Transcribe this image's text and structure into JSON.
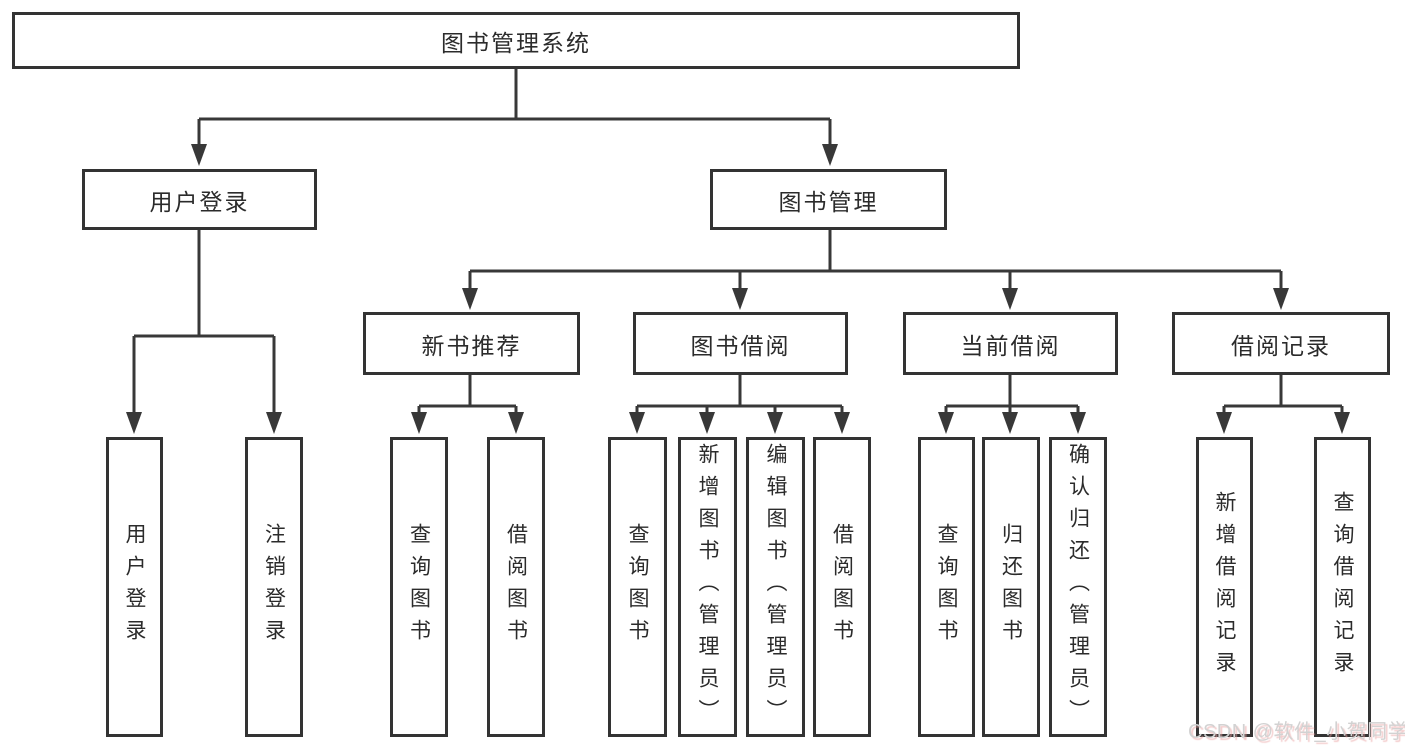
{
  "diagram_title": "图书管理系统",
  "tree": {
    "root": {
      "label": "图书管理系统",
      "children": [
        {
          "label": "用户登录",
          "children": [
            {
              "label": "用户登录"
            },
            {
              "label": "注销登录"
            }
          ]
        },
        {
          "label": "图书管理",
          "children": [
            {
              "label": "新书推荐",
              "children": [
                {
                  "label": "查询图书"
                },
                {
                  "label": "借阅图书"
                }
              ]
            },
            {
              "label": "图书借阅",
              "children": [
                {
                  "label": "查询图书"
                },
                {
                  "label": "新增图书（管理员）"
                },
                {
                  "label": "编辑图书（管理员）"
                },
                {
                  "label": "借阅图书"
                }
              ]
            },
            {
              "label": "当前借阅",
              "children": [
                {
                  "label": "查询图书"
                },
                {
                  "label": "归还图书"
                },
                {
                  "label": "确认归还（管理员）"
                }
              ]
            },
            {
              "label": "借阅记录",
              "children": [
                {
                  "label": "新增借阅记录"
                },
                {
                  "label": "查询借阅记录"
                }
              ]
            }
          ]
        }
      ]
    }
  },
  "watermark": {
    "text": "CSDN @软件_小贺同学"
  },
  "colors": {
    "line": "#383838",
    "border": "#333333",
    "text": "#2b2b2b",
    "node_fill": "#ffffff",
    "background": "#ffffff",
    "watermark_text": "#d2d2d2",
    "watermark_shadow": "#e9a0a0"
  }
}
